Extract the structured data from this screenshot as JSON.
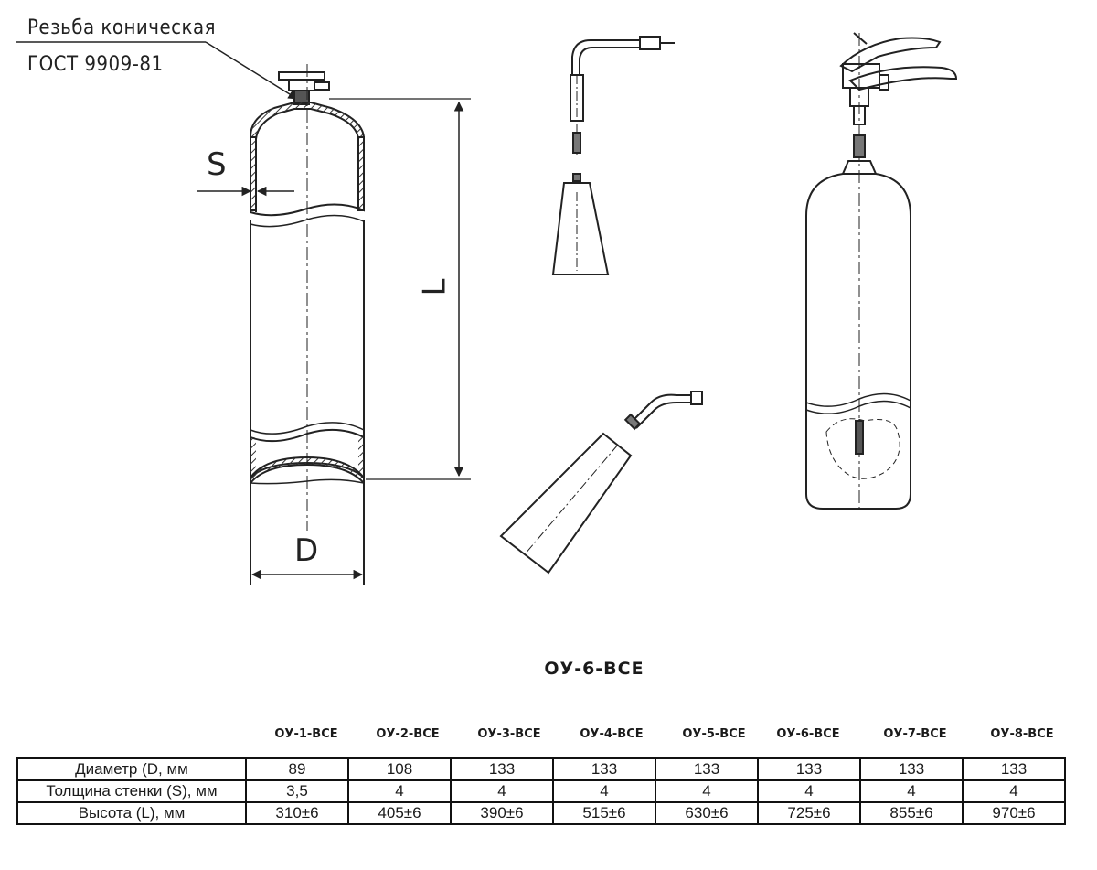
{
  "thread_label": {
    "line1": "Резьба коническая",
    "line2": "ГОСТ 9909-81"
  },
  "dims": {
    "s": "S",
    "l": "L",
    "d": "D"
  },
  "model_title": "ОУ-6-ВСЕ",
  "table": {
    "columns": [
      "ОУ-1-ВСЕ",
      "ОУ-2-ВСЕ",
      "ОУ-3-ВСЕ",
      "ОУ-4-ВСЕ",
      "ОУ-5-ВСЕ",
      "ОУ-6-ВСЕ",
      "ОУ-7-ВСЕ",
      "ОУ-8-ВСЕ"
    ],
    "rows": [
      {
        "label": "Диаметр (D, мм",
        "values": [
          "89",
          "108",
          "133",
          "133",
          "133",
          "133",
          "133",
          "133"
        ]
      },
      {
        "label": "Толщина стенки (S), мм",
        "values": [
          "3,5",
          "4",
          "4",
          "4",
          "4",
          "4",
          "4",
          "4"
        ]
      },
      {
        "label": "Высота (L), мм",
        "values": [
          "310±6",
          "405±6",
          "390±6",
          "515±6",
          "630±6",
          "725±6",
          "855±6",
          "970±6"
        ]
      }
    ]
  }
}
